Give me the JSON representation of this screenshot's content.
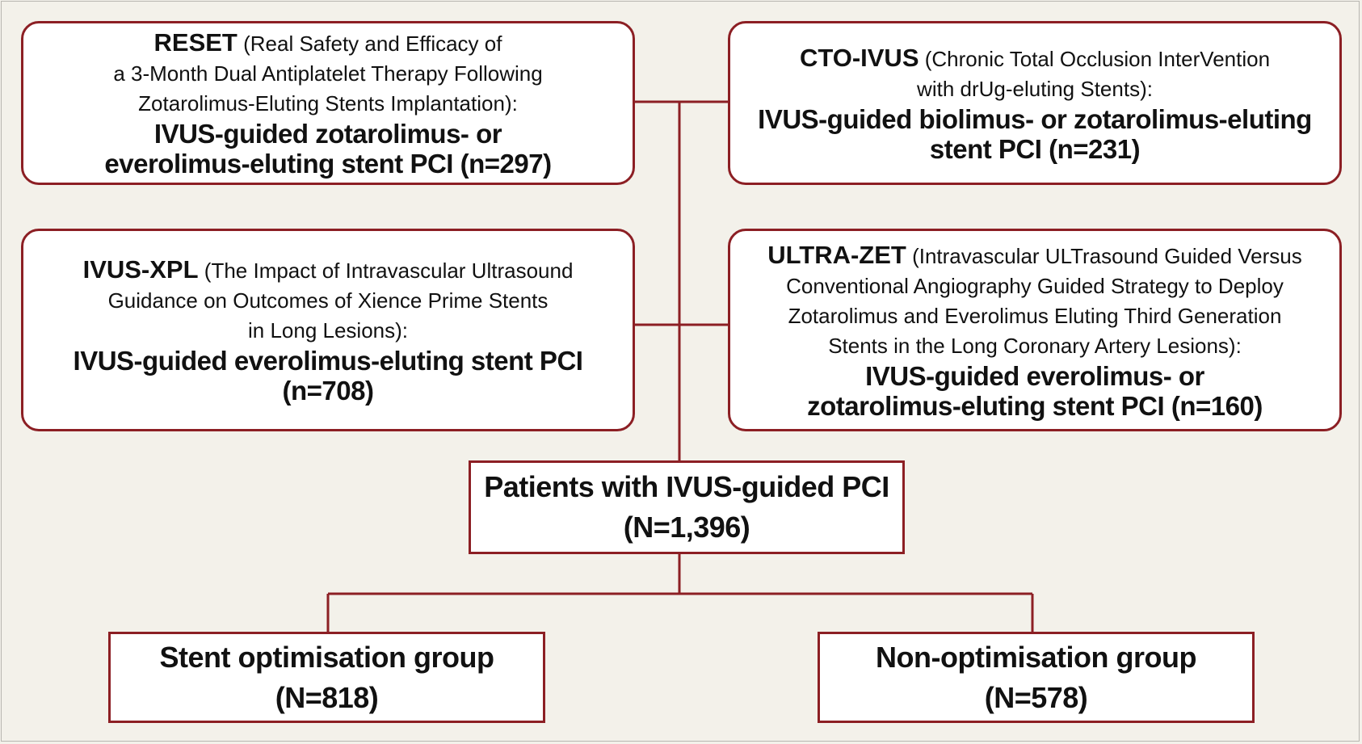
{
  "colors": {
    "border": "#8c1f24",
    "background": "#f3f1ea",
    "box_fill": "#ffffff"
  },
  "studies": {
    "reset": {
      "acronym": "RESET",
      "desc_lines": [
        "(Real Safety and Efficacy of",
        "a 3-Month Dual Antiplatelet Therapy Following",
        "Zotarolimus-Eluting Stents Implantation):"
      ],
      "result_lines": [
        "IVUS-guided  zotarolimus- or",
        "everolimus-eluting stent PCI (n=297)"
      ]
    },
    "cto_ivus": {
      "acronym": "CTO-IVUS",
      "desc_lines": [
        "(Chronic Total Occlusion InterVention",
        "with drUg-eluting Stents):"
      ],
      "result_lines": [
        "IVUS-guided biolimus- or zotarolimus-eluting",
        "stent PCI (n=231)"
      ]
    },
    "ivus_xpl": {
      "acronym": "IVUS-XPL",
      "desc_lines": [
        "(The Impact of Intravascular Ultrasound",
        "Guidance on Outcomes of Xience Prime Stents",
        "in Long Lesions):"
      ],
      "result_lines": [
        "IVUS-guided everolimus-eluting stent PCI",
        "(n=708)"
      ]
    },
    "ultra_zet": {
      "acronym": "ULTRA-ZET",
      "desc_lines": [
        "(Intravascular ULTrasound Guided Versus",
        "Conventional Angiography Guided Strategy to Deploy",
        "Zotarolimus and Everolimus Eluting Third Generation",
        "Stents in the Long Coronary Artery Lesions):"
      ],
      "result_lines": [
        "IVUS-guided everolimus- or",
        "zotarolimus-eluting stent PCI (n=160)"
      ]
    }
  },
  "pooled": {
    "lines": [
      "Patients with IVUS-guided PCI",
      "(N=1,396)"
    ]
  },
  "groups": {
    "optimisation": {
      "lines": [
        "Stent optimisation group",
        "(N=818)"
      ]
    },
    "non_optimisation": {
      "lines": [
        "Non-optimisation group",
        "(N=578)"
      ]
    }
  }
}
